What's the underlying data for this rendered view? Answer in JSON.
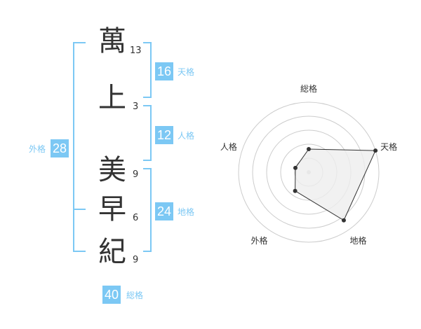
{
  "name": {
    "characters": [
      {
        "char": "萬",
        "strokes": "13"
      },
      {
        "char": "上",
        "strokes": "3"
      },
      {
        "char": "美",
        "strokes": "9"
      },
      {
        "char": "早",
        "strokes": "6"
      },
      {
        "char": "紀",
        "strokes": "9"
      }
    ]
  },
  "kaku": {
    "tenkaku": {
      "label": "天格",
      "value": "16"
    },
    "jinkaku": {
      "label": "人格",
      "value": "12"
    },
    "chikaku": {
      "label": "地格",
      "value": "24"
    },
    "gaikaku": {
      "label": "外格",
      "value": "28"
    },
    "soukaku": {
      "label": "総格",
      "value": "40"
    }
  },
  "radar": {
    "axes": [
      "総格",
      "天格",
      "地格",
      "外格",
      "人格"
    ],
    "values": [
      0.33,
      1.0,
      0.85,
      0.33,
      0.2
    ],
    "levels": 5
  },
  "colors": {
    "accent": "#7cc8f4",
    "text": "#333333",
    "radar_fill": "#eeeeee",
    "radar_ring": "#cccccc"
  }
}
